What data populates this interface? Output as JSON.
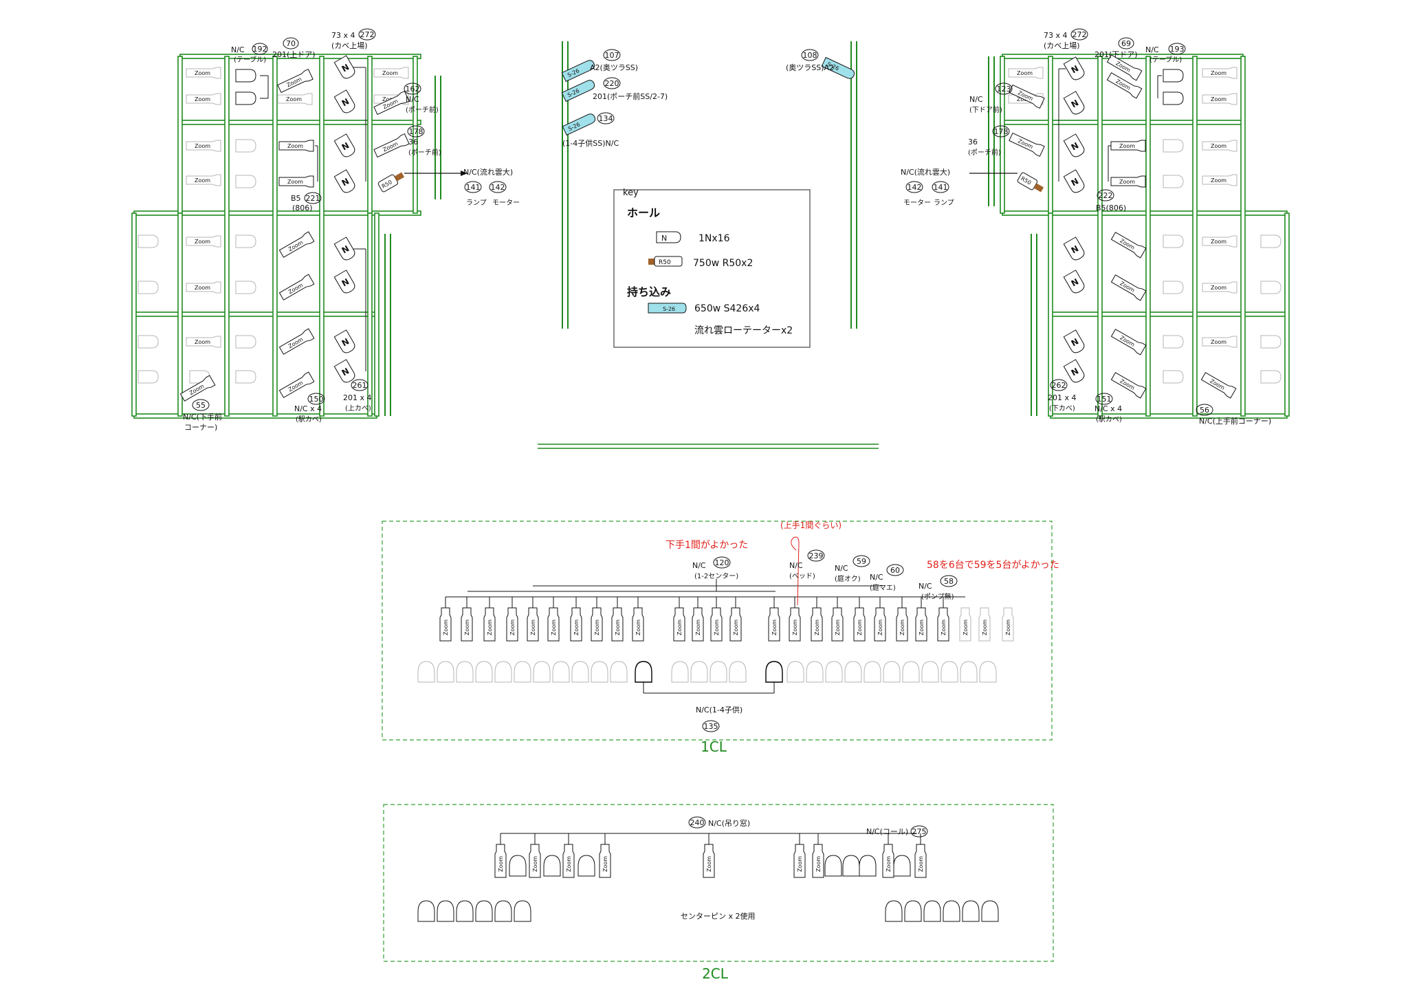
{
  "colors": {
    "truss": "#1d8a1d",
    "truss_fill": "#ffffff",
    "line": "#111111",
    "faint": "#b5b5b5",
    "note_red": "#e0201a",
    "dash_box": "#33a033",
    "s26_fill": "#9fe0ea",
    "r50_fill": "#a0622a"
  },
  "key": {
    "title": "key",
    "section_hall": "ホール",
    "n_symbol": "N",
    "n_label": "1Nx16",
    "r50_symbol": "R50",
    "r50_label": "750w R50x2",
    "section_bring": "持ち込み",
    "s26_symbol": "S-26",
    "s26_label": "650w S426x4",
    "rotator_label": "流れ雲ローテーターx2"
  },
  "symbols": {
    "zoom": "Zoom",
    "n": "N",
    "r50": "R50",
    "s26": "S-26"
  },
  "left_truss": {
    "labels": {
      "c192": "192",
      "nc192": "N/C",
      "t192": "(テーブル)",
      "c70": "70",
      "t70": "201(上ドア)",
      "c272": "272",
      "t272a": "73 x 4",
      "t272b": "(カベ上場)",
      "c162": "162",
      "t162a": "N/C",
      "t162b": "(ポーチ前)",
      "c178": "178",
      "t178a": "36",
      "t178b": "(ポーチ前)",
      "nc_flow": "N/C(流れ雲大)",
      "c141": "141",
      "c142": "142",
      "lamp": "ランプ",
      "motor": "モーター",
      "b5": "B5",
      "c221": "221",
      "t806": "(806)",
      "c55": "55",
      "t55a": "N/C(下手前",
      "t55b": "コーナー)",
      "c150": "150",
      "t150a": "N/C x 4",
      "t150b": "(駅カベ)",
      "c261": "261",
      "t261a": "201 x 4",
      "t261b": "(上カベ)"
    }
  },
  "right_truss": {
    "labels": {
      "c272": "272",
      "t272a": "73 x 4",
      "t272b": "(カベ上場)",
      "c69": "69",
      "t69": "201(下ドア)",
      "c193": "193",
      "nc193": "N/C",
      "t193": "(テーブル)",
      "c123": "123",
      "t123a": "N/C",
      "t123b": "(下ドア前)",
      "c178": "178",
      "t178a": "36",
      "t178b": "(ポーチ前)",
      "nc_flow": "N/C(流れ雲大)",
      "c142": "142",
      "c141": "141",
      "motor": "モーター",
      "lamp": "ランプ",
      "c222": "222",
      "t222": "B5(806)",
      "c262": "262",
      "t262a": "201 x 4",
      "t262b": "(下カベ)",
      "c151": "151",
      "t151a": "N/C x 4",
      "t151b": "(駅カベ)",
      "c56": "56",
      "t56": "N/C(上手前コーナー)"
    }
  },
  "center": {
    "c107": "107",
    "t107": "A2(奥ツラSS)",
    "c220": "220",
    "t220": "201(ポーチ前SS/2-7)",
    "c134": "134",
    "t134": "(1-4子供SS)N/C",
    "c108": "108",
    "t108": "(奥ツラSS)A2"
  },
  "cl1": {
    "title": "1CL",
    "note_left": "下手1間がよかった",
    "note_top": "(上手1間ぐらい)",
    "note_right": "58を6台で59を5台がよかった",
    "c120": "120",
    "t120a": "N/C",
    "t120b": "(1-2センター)",
    "c239": "239",
    "t239a": "N/C",
    "t239b": "(ベッド)",
    "c59": "59",
    "t59a": "N/C",
    "t59b": "(庭オク)",
    "c60": "60",
    "t60a": "N/C",
    "t60b": "(庭マエ)",
    "c58": "58",
    "t58a": "N/C",
    "t58b": "(ポンプ無)",
    "c135": "135",
    "t135": "N/C(1-4子供)"
  },
  "cl2": {
    "title": "2CL",
    "c240": "240",
    "t240": "N/C(吊り窓)",
    "c275": "275",
    "t275": "N/C(コール)",
    "center_note": "センターピン x 2使用"
  }
}
